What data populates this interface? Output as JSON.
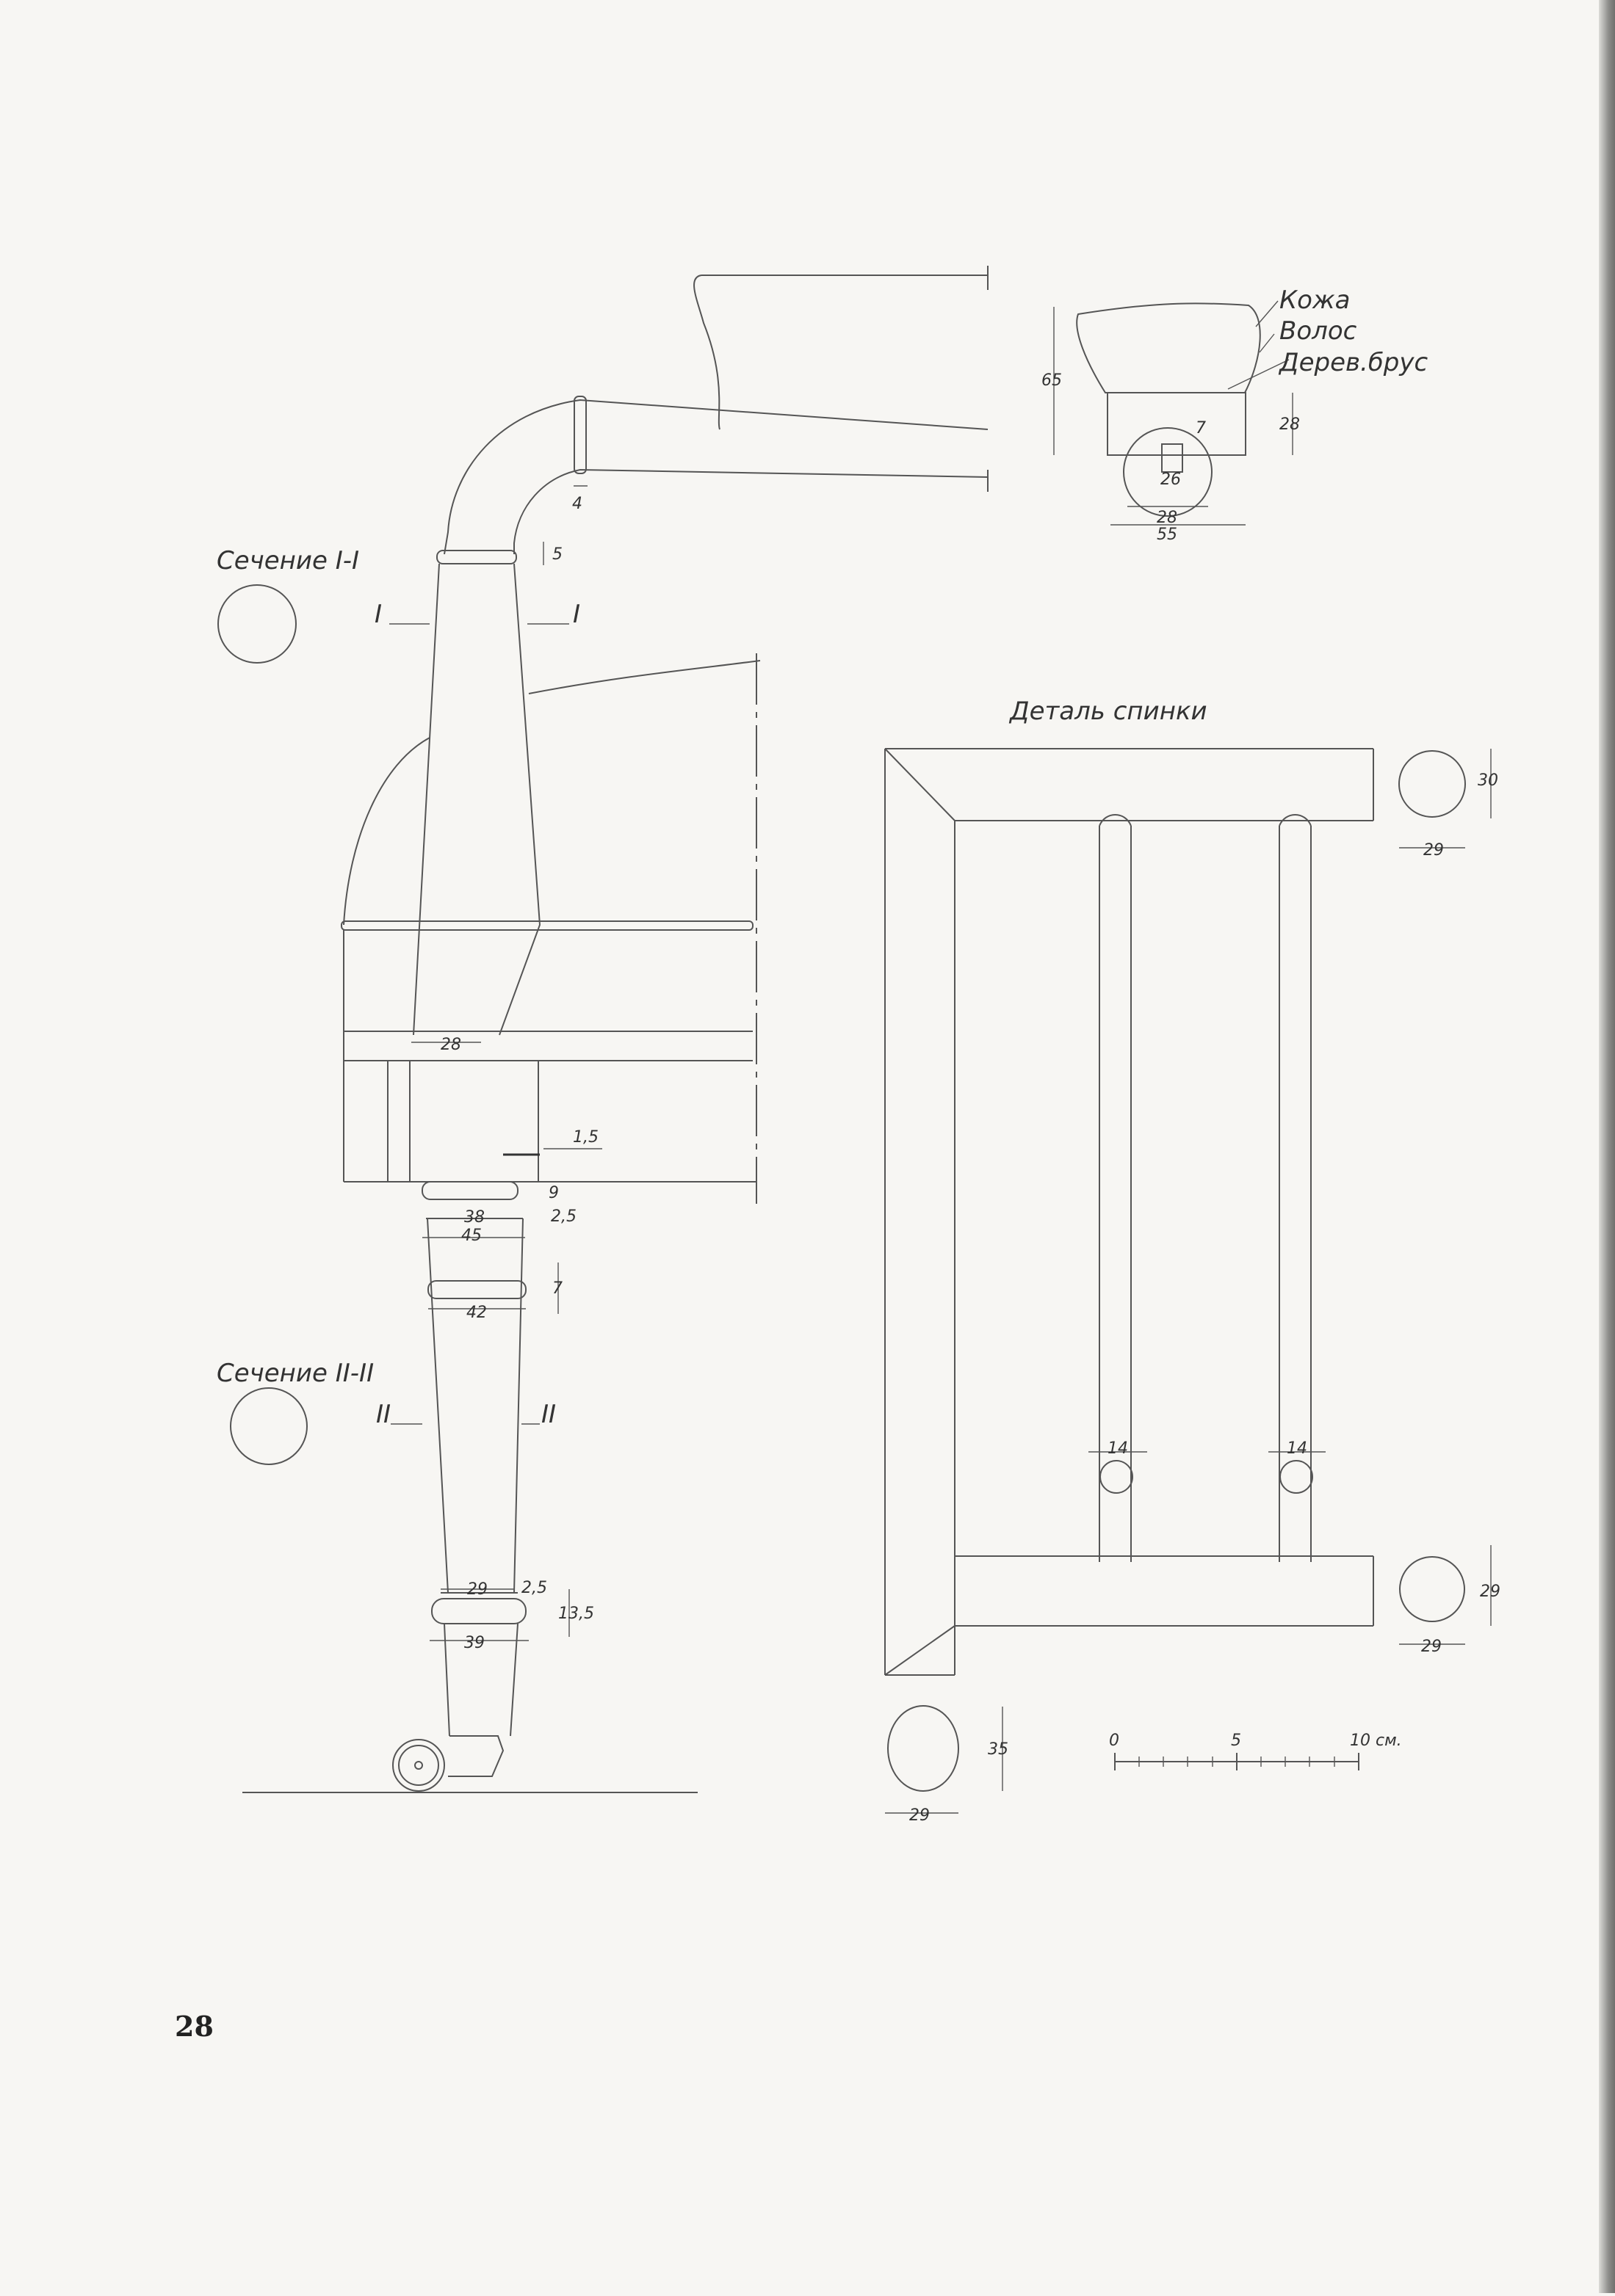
{
  "page_number": "28",
  "colors": {
    "paper": "#f7f6f3",
    "ink": "#555555",
    "text": "#333333"
  },
  "section_labels": {
    "section1": "Сечение I-I",
    "section2": "Сечение II-II",
    "back_detail": "Деталь спинки"
  },
  "cut_marks": {
    "i_left": "I",
    "i_right": "I",
    "ii_left": "II",
    "ii_right": "II"
  },
  "cross_section": {
    "labels": [
      "Кожа",
      "Волос",
      "Дерев.брус"
    ],
    "dims": {
      "height": "65",
      "block_height": "28",
      "slot": "7",
      "dowel": "26",
      "inner_width": "28",
      "outer_width": "55"
    }
  },
  "chair_dims": {
    "arm_gap": "4",
    "ring_top": "5",
    "arm_width": "28",
    "rail": "1,5",
    "collar_h": "9",
    "collar_w": "38",
    "collar_ring": "2,5",
    "collar_outer": "45",
    "band_h": "7",
    "band_w": "42",
    "lower_w": "29",
    "lower_ring": "2,5",
    "lower_h": "13,5",
    "foot_w": "39"
  },
  "back_dims": {
    "top_h": "30",
    "top_w": "29",
    "spindle_left": "14",
    "spindle_right": "14",
    "bottom_h": "29",
    "bottom_w": "29",
    "oval_h": "35",
    "oval_w": "29"
  },
  "scale": {
    "zero": "0",
    "mid": "5",
    "end": "10 см."
  }
}
